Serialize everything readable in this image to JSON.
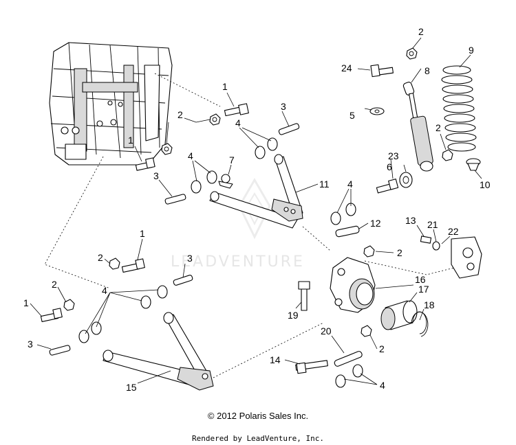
{
  "watermark": "LEADVENTURE",
  "callouts": {
    "c1": "1",
    "c2": "1",
    "c3": "1",
    "c4": "1",
    "c5": "2",
    "c6": "2",
    "c7": "2",
    "c8": "2",
    "c9": "2",
    "c10": "2",
    "c11": "2",
    "c12": "3",
    "c13": "3",
    "c14": "3",
    "c15": "3",
    "c16": "4",
    "c17": "4",
    "c18": "4",
    "c19": "4",
    "c20": "4",
    "c21": "5",
    "c22": "6",
    "c23": "7",
    "c24": "8",
    "c25": "9",
    "c26": "10",
    "c27": "11",
    "c28": "12",
    "c29": "13",
    "c30": "14",
    "c31": "15",
    "c32": "16",
    "c33": "17",
    "c34": "18",
    "c35": "19",
    "c36": "20",
    "c37": "21",
    "c38": "22",
    "c39": "23",
    "c40": "24"
  },
  "footer": {
    "copyright": "© 2012 Polaris Sales Inc.",
    "rendered_by": "Rendered by LeadVenture, Inc."
  }
}
